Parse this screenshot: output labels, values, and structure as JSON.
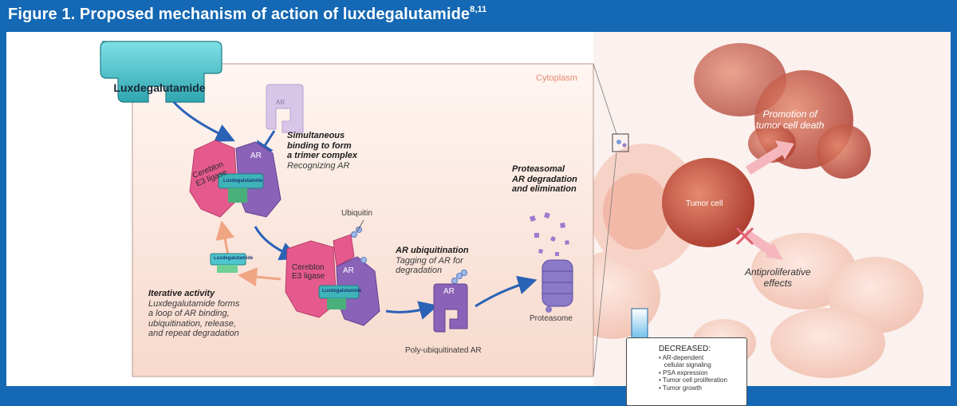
{
  "figure": {
    "title": "Figure 1. Proposed mechanism of action of luxdegalutamide",
    "title_refs": "8,11"
  },
  "colors": {
    "frame_blue": "#1468b4",
    "ligase_pink": "#e55a8c",
    "ar_purple": "#8a63b8",
    "drug_teal": "#3fb3b8",
    "arrow_blue": "#2a62b6",
    "arrow_salmon": "#f0a583"
  },
  "drug_box": {
    "label": "Luxdegalutamide"
  },
  "cytoplasm": {
    "label": "Cytoplasm"
  },
  "complex": {
    "ligase_label_1": "Cereblon",
    "ligase_label_2": "E3 ligase",
    "ar_label": "AR",
    "drug_tiny": "Luxdegalutamide"
  },
  "free_ar": {
    "label": "AR"
  },
  "step_binding": {
    "heading_1": "Simultaneous",
    "heading_2": "binding to form",
    "heading_3": "a trimer complex",
    "sub": "Recognizing AR"
  },
  "ubiquitin": {
    "label": "Ubiquitin"
  },
  "step_ubiquitination": {
    "heading": "AR ubiquitination",
    "sub_1": "Tagging of AR for",
    "sub_2": "degradation"
  },
  "poly_ub": {
    "ar_label": "AR",
    "label": "Poly-ubiquitinated AR"
  },
  "step_proteasomal": {
    "heading_1": "Proteasomal",
    "heading_2": "AR degradation",
    "heading_3": "and elimination"
  },
  "proteasome": {
    "label": "Proteasome"
  },
  "step_iterative": {
    "heading": "Iterative activity",
    "sub_1": "Luxdegalutamide forms",
    "sub_2": "a loop of AR binding,",
    "sub_3": "ubiquitination, release,",
    "sub_4": "and repeat degradation"
  },
  "tumor": {
    "cell_label": "Tumor cell",
    "death_1": "Promotion of",
    "death_2": "tumor cell death",
    "anti_1": "Antiproliferative",
    "anti_2": "effects"
  },
  "decreased": {
    "title": "DECREASED:",
    "items": [
      "AR-dependent",
      "cellular signaling",
      "PSA expression",
      "Tumor cell proliferation",
      "Tumor growth"
    ]
  }
}
